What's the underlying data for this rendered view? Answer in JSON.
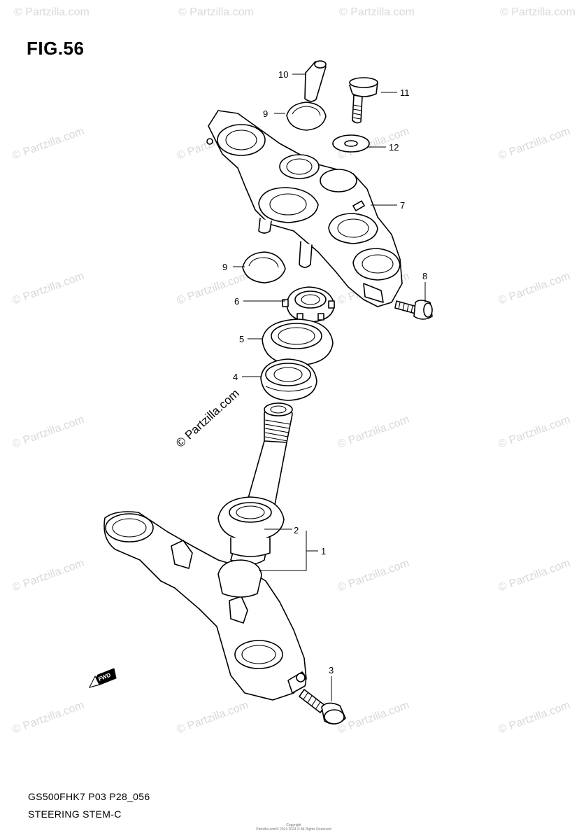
{
  "figure": {
    "title": "FIG.56",
    "code": "GS500FHK7 P03 P28_056",
    "name": "STEERING STEM-C"
  },
  "watermark": {
    "text": "© Partzilla.com",
    "center_text": "© Partzilla.com"
  },
  "direction_badge": "FWD",
  "callouts": [
    "10",
    "11",
    "9",
    "12",
    "7",
    "9",
    "8",
    "6",
    "5",
    "4",
    "2",
    "1",
    "3"
  ],
  "copyright": {
    "line1": "Copyright",
    "line2": "Partzilla.com© 2024 2024 © All Rights Reserved"
  }
}
